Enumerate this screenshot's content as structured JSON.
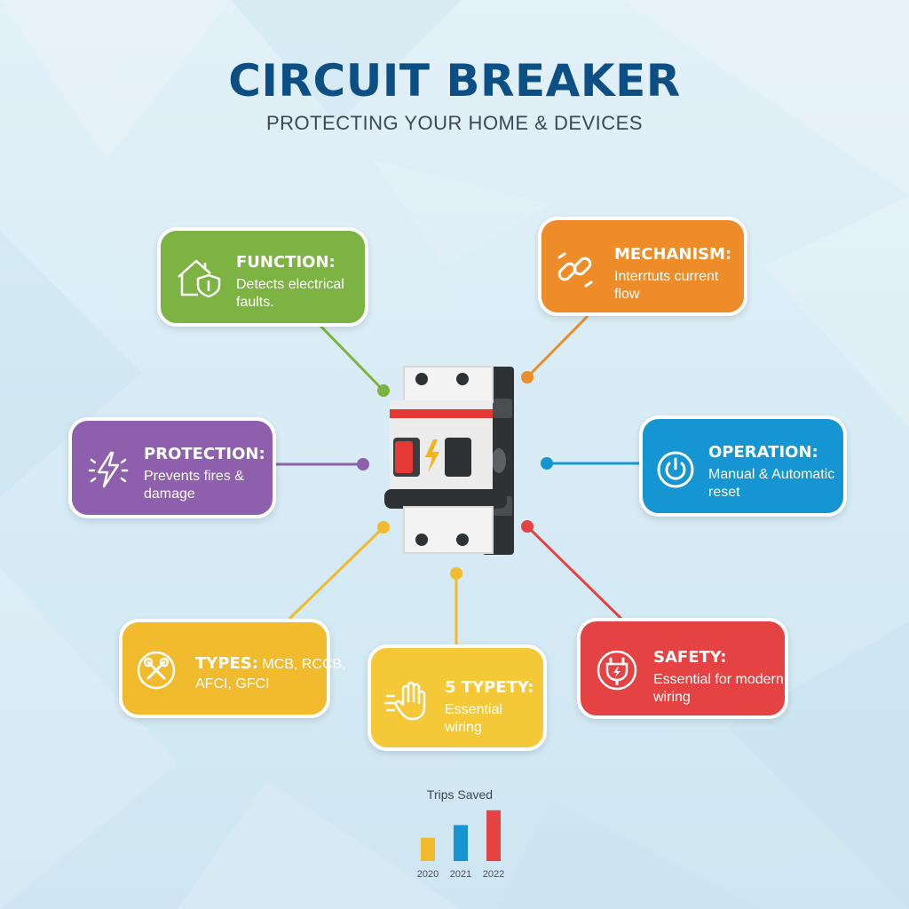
{
  "title": "CIRCUIT BREAKER",
  "subtitle": "PROTECTING YOUR HOME & DEVICES",
  "colors": {
    "background": "#dcedf6",
    "title": "#0b4f85",
    "function": "#7cb342",
    "mechanism": "#ee8c2a",
    "protection": "#8d5fad",
    "operation": "#1596d3",
    "types": "#f2bb2d",
    "typety": "#f5c838",
    "safety": "#e54343"
  },
  "cards": {
    "function": {
      "heading": "FUNCTION:",
      "body": "Detects electrical faults.",
      "icon": "house-shield-icon"
    },
    "mechanism": {
      "heading": "MECHANISM:",
      "body": "Interrtuts current flow",
      "icon": "chain-link-icon"
    },
    "protection": {
      "heading": "PROTECTION:",
      "body": "Prevents fires & damage",
      "icon": "lightning-burst-icon"
    },
    "operation": {
      "heading": "OPERATION:",
      "body": "Manual & Automatic reset",
      "icon": "power-icon"
    },
    "types": {
      "heading": "TYPES:",
      "body_inline": "MCB, RCCB,",
      "body": "AFCI, GFCI",
      "icon": "wrench-screwdriver-icon"
    },
    "typety": {
      "heading": "5 TYPETY:",
      "body": "Essential wiring",
      "icon": "hand-icon"
    },
    "safety": {
      "heading": "SAFETY:",
      "body": "Essential for modern wiring",
      "icon": "plug-icon"
    }
  },
  "center_icon": "circuit-breaker-icon",
  "chart_data": {
    "type": "bar",
    "title": "Trips Saved",
    "categories": [
      "2020",
      "2021",
      "2022"
    ],
    "values": [
      1.1,
      1.7,
      2.4
    ],
    "colors": [
      "#f2bb2d",
      "#1596d3",
      "#e54343"
    ],
    "ylim": [
      0,
      2.6
    ],
    "xlabel": "",
    "ylabel": ""
  }
}
